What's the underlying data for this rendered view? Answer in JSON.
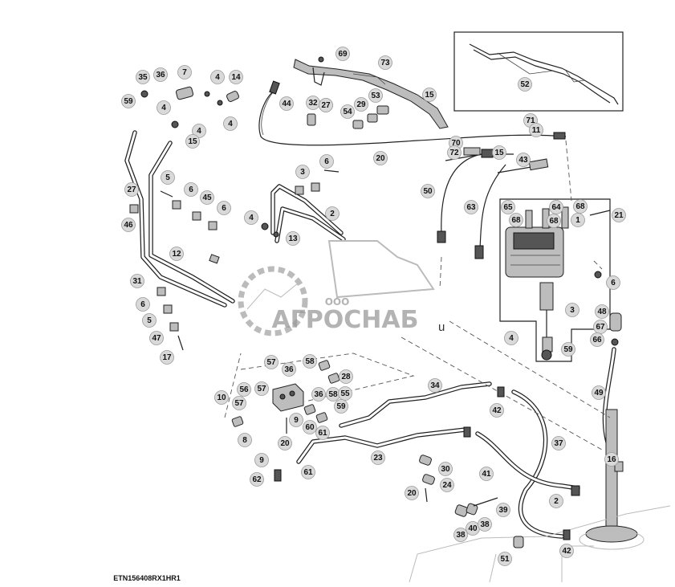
{
  "figure_code": "ETN156408RX1HR1",
  "watermark": {
    "line1": "ООО",
    "line2": "АГРОСНАБ"
  },
  "callouts": [
    "69",
    "73",
    "52",
    "35",
    "36",
    "7",
    "4",
    "14",
    "59",
    "4",
    "27",
    "4",
    "44",
    "32",
    "27",
    "54",
    "53",
    "29",
    "15",
    "71",
    "11",
    "4",
    "15",
    "70",
    "72",
    "15",
    "43",
    "20",
    "6",
    "3",
    "5",
    "6",
    "27",
    "45",
    "6",
    "46",
    "50",
    "63",
    "65",
    "64",
    "68",
    "68",
    "68",
    "1",
    "21",
    "2",
    "4",
    "13",
    "12",
    "31",
    "6",
    "6",
    "5",
    "47",
    "48",
    "67",
    "3",
    "17",
    "4",
    "66",
    "59",
    "57",
    "58",
    "56",
    "28",
    "36",
    "57",
    "58",
    "55",
    "34",
    "49",
    "10",
    "57",
    "36",
    "59",
    "42",
    "8",
    "9",
    "60",
    "61",
    "37",
    "20",
    "16",
    "9",
    "23",
    "61",
    "30",
    "62",
    "41",
    "24",
    "2",
    "20",
    "39",
    "38",
    "40",
    "38",
    "51",
    "42"
  ]
}
